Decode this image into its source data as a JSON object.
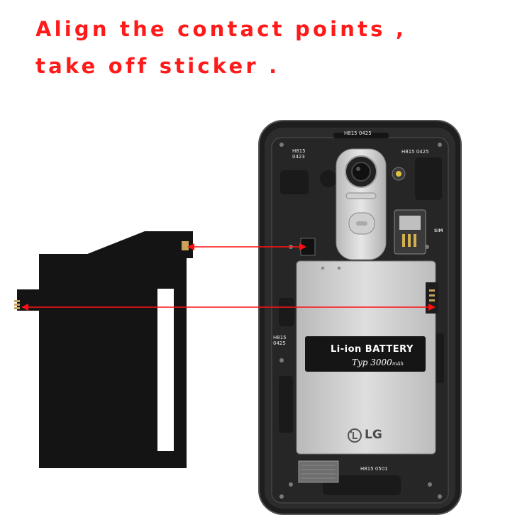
{
  "instruction": {
    "line1": "Align the contact points ,",
    "line2": "take off sticker ."
  },
  "phone": {
    "labels": {
      "top_center": "H815 0425",
      "top_left_1": "H815",
      "top_left_2": "0423",
      "top_right": "H815 0425",
      "mid_left_1": "H815",
      "mid_left_2": "0425",
      "bottom": "H815 0501"
    },
    "sim_label": "SIM"
  },
  "battery": {
    "title": "Li-ion BATTERY",
    "capacity": "Typ 3000",
    "capacity_unit": "mAh",
    "brand": "LG"
  },
  "colors": {
    "headline": "#ff1a1a",
    "arrow": "#ff1010",
    "phone_body": "#262626",
    "battery": "#c9c9c9",
    "sticker": "#141414"
  },
  "icons": [
    "arrow-left-right-icon",
    "lg-logo-icon"
  ]
}
